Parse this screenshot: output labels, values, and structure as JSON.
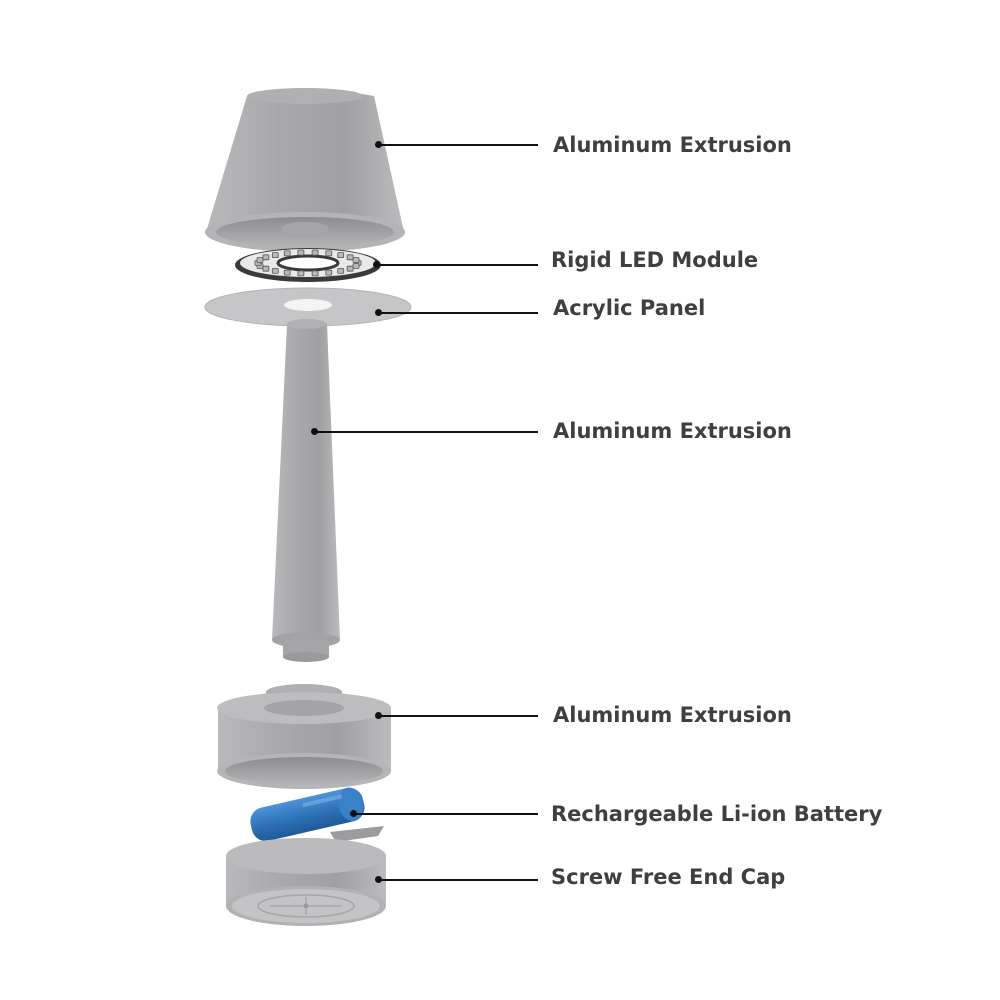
{
  "callouts": [
    {
      "id": "shade",
      "label": "Aluminum Extrusion"
    },
    {
      "id": "led",
      "label": "Rigid LED Module"
    },
    {
      "id": "panel",
      "label": "Acrylic Panel"
    },
    {
      "id": "stem",
      "label": "Aluminum Extrusion"
    },
    {
      "id": "base",
      "label": "Aluminum Extrusion"
    },
    {
      "id": "battery",
      "label": "Rechargeable Li-ion Battery"
    },
    {
      "id": "endcap",
      "label": "Screw Free End Cap"
    }
  ],
  "colors": {
    "aluminum": "#a8a8aa",
    "aluminum_dark": "#8e8e90",
    "aluminum_light": "#c4c4c6",
    "battery": "#2f73b8",
    "text": "#3f3f3f",
    "leader": "#111111"
  }
}
